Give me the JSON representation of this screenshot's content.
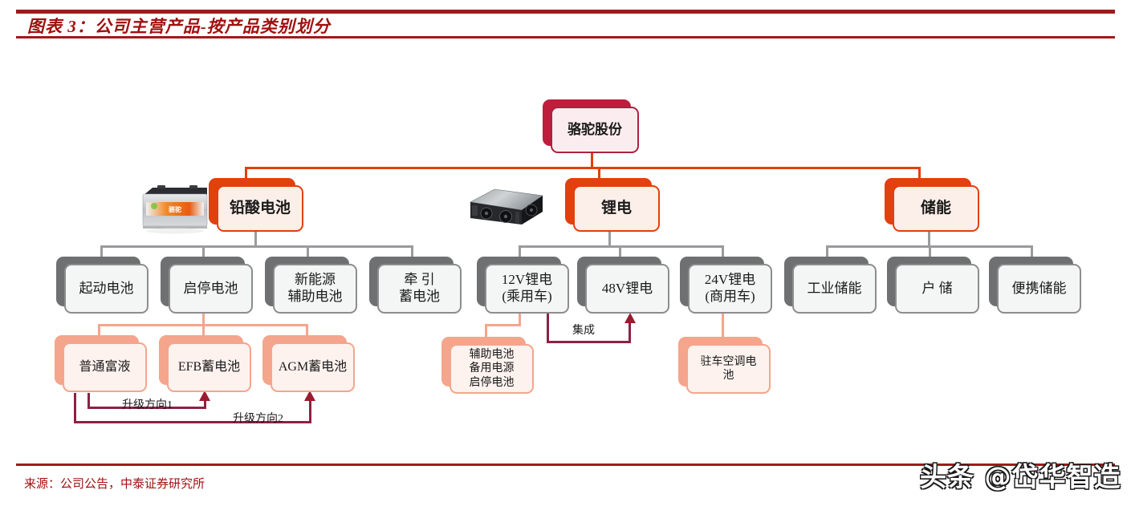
{
  "header": {
    "title": "图表 3：公司主营产品-按产品类别划分"
  },
  "footer": {
    "source": "来源：公司公告，中泰证券研究所",
    "watermark": "头条 @岱华智造"
  },
  "colors": {
    "brand_red": "#9E1B1B",
    "title_red": "#A01010",
    "crimson": "#BE1E3C",
    "orange": "#E2400C",
    "grey": "#6F7072",
    "salmon": "#F4A58C",
    "dark_red": "#8E2144"
  },
  "diagram": {
    "root": {
      "label": "骆驼股份"
    },
    "level2": [
      {
        "id": "lead-acid",
        "label": "铅酸电池"
      },
      {
        "id": "lithium",
        "label": "锂电"
      },
      {
        "id": "storage",
        "label": "储能"
      }
    ],
    "level3": [
      {
        "id": "starter-battery",
        "label": "起动电池"
      },
      {
        "id": "start-stop-battery",
        "label": "启停电池"
      },
      {
        "id": "nev-aux-battery",
        "line1": "新能源",
        "line2": "辅助电池"
      },
      {
        "id": "traction-battery",
        "line1": "牵 引",
        "line2": "蓄电池"
      },
      {
        "id": "lithium-12v",
        "line1": "12V锂电",
        "line2": "(乘用车)"
      },
      {
        "id": "lithium-48v",
        "label": "48V锂电"
      },
      {
        "id": "lithium-24v",
        "line1": "24V锂电",
        "line2": "(商用车)"
      },
      {
        "id": "industrial-storage",
        "label": "工业储能"
      },
      {
        "id": "home-storage",
        "label": "户 储"
      },
      {
        "id": "portable-storage",
        "label": "便携储能"
      }
    ],
    "level4": [
      {
        "id": "flooded-battery",
        "label": "普通富液"
      },
      {
        "id": "efb-battery",
        "label": "EFB蓄电池"
      },
      {
        "id": "agm-battery",
        "label": "AGM蓄电池"
      },
      {
        "id": "lithium-12v-uses",
        "line1": "辅助电池",
        "line2": "备用电源",
        "line3": "启停电池"
      },
      {
        "id": "parking-ac-battery",
        "line1": "驻车空调电",
        "line2": "池"
      }
    ],
    "annotations": [
      {
        "id": "upgrade-path-1",
        "label": "升级方向1"
      },
      {
        "id": "upgrade-path-2",
        "label": "升级方向2"
      },
      {
        "id": "integration",
        "label": "集成"
      }
    ],
    "photos": [
      {
        "id": "lead-acid-battery-photo",
        "alt": "铅酸蓄电池产品图"
      },
      {
        "id": "lithium-pack-photo",
        "alt": "锂电池包产品图"
      }
    ]
  }
}
